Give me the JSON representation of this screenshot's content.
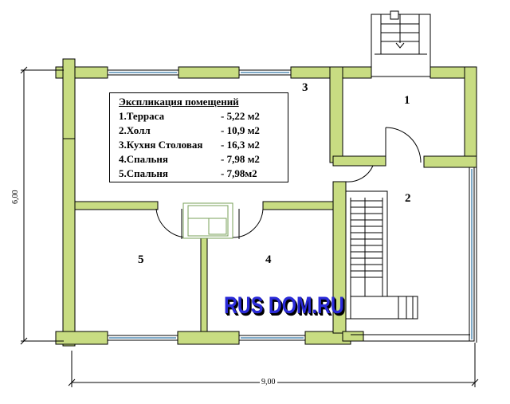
{
  "legend": {
    "title": "Экспликация помещений",
    "rows": [
      {
        "name": "1.Терраса",
        "area": "- 5,22 м2"
      },
      {
        "name": "2.Холл",
        "area": "- 10,9 м2"
      },
      {
        "name": "3.Кухня Столовая",
        "area": "- 16,3 м2"
      },
      {
        "name": "4.Спальня",
        "area": "- 7,98 м2"
      },
      {
        "name": "5.Спальня",
        "area": "- 7,98м2"
      }
    ]
  },
  "room_numbers": {
    "r1": "1",
    "r2": "2",
    "r3": "3",
    "r4": "4",
    "r5": "5"
  },
  "dimensions": {
    "height": "6,00",
    "width": "9,00"
  },
  "watermark": "RUS DOM.RU",
  "colors": {
    "wall": "#c8dc82",
    "wall_stroke": "#000000",
    "window": "#7faac8",
    "logo": "#2a2ad8"
  }
}
